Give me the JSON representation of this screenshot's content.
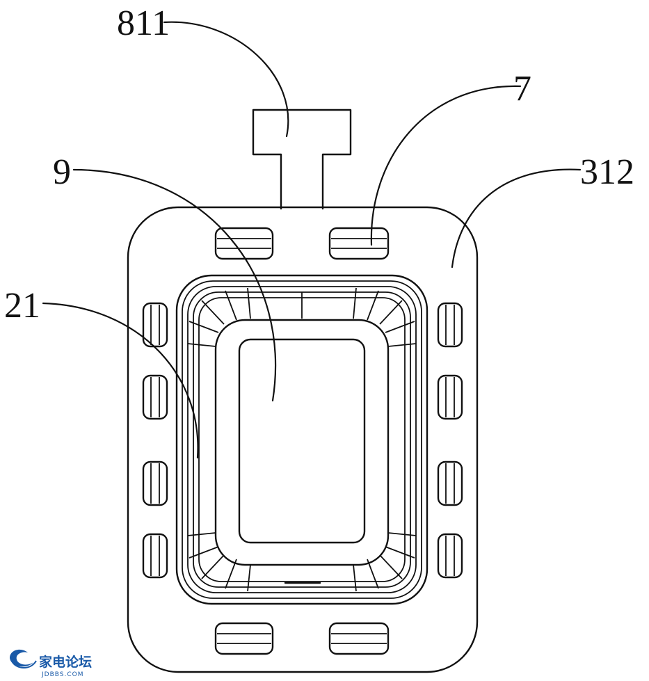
{
  "labels": {
    "l811": "811",
    "l7": "7",
    "l9": "9",
    "l312": "312",
    "l21": "21"
  },
  "watermark": {
    "name": "家电论坛",
    "site": "JDBBS.COM",
    "color": "#1a5aa8"
  }
}
